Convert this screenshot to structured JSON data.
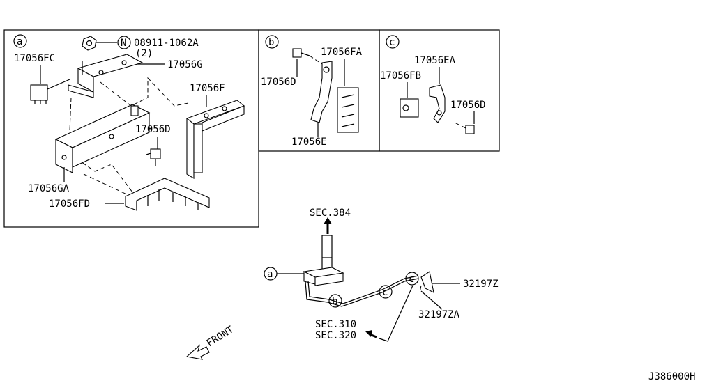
{
  "panels": {
    "a": {
      "marker": "a",
      "labels": {
        "nut_part": "08911-1062A",
        "nut_qty": "(2)",
        "nut_symbol": "N",
        "fc": "17056FC",
        "g": "17056G",
        "f": "17056F",
        "d": "17056D",
        "ga": "17056GA",
        "fd": "17056FD"
      }
    },
    "b": {
      "marker": "b",
      "labels": {
        "fa": "17056FA",
        "d": "17056D",
        "e": "17056E"
      }
    },
    "c": {
      "marker": "c",
      "labels": {
        "ea": "17056EA",
        "fb": "17056FB",
        "d": "17056D"
      }
    }
  },
  "overview": {
    "sec_top": "SEC.384",
    "sec_bottom_1": "SEC.310",
    "sec_bottom_2": "SEC.320",
    "part_z": "32197Z",
    "part_za": "32197ZA",
    "callout_a": "a",
    "callout_b": "b",
    "callout_c1": "c",
    "callout_c2": "c",
    "front": "FRONT"
  },
  "diagram_code": "J386000H"
}
